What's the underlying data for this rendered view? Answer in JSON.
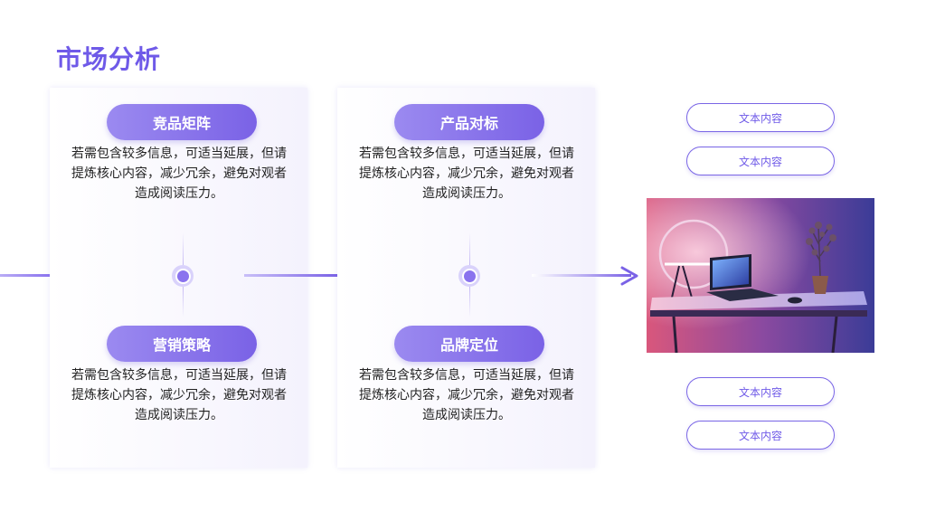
{
  "title": "市场分析",
  "sections": [
    {
      "label": "竞品矩阵",
      "text": "若需包含较多信息，可适当延展，但请提炼核心内容，减少冗余，避免对观者造成阅读压力。"
    },
    {
      "label": "营销策略",
      "text": "若需包含较多信息，可适当延展，但请提炼核心内容，减少冗余，避免对观者造成阅读压力。"
    },
    {
      "label": "产品对标",
      "text": "若需包含较多信息，可适当延展，但请提炼核心内容，减少冗余，避免对观者造成阅读压力。"
    },
    {
      "label": "品牌定位",
      "text": "若需包含较多信息，可适当延展，但请提炼核心内容，减少冗余，避免对观者造成阅读压力。"
    }
  ],
  "tags": [
    "文本内容",
    "文本内容",
    "文本内容",
    "文本内容"
  ],
  "colors": {
    "accent": "#6f5ae8",
    "pill_start": "#9b8af0",
    "pill_end": "#7a62e6"
  }
}
